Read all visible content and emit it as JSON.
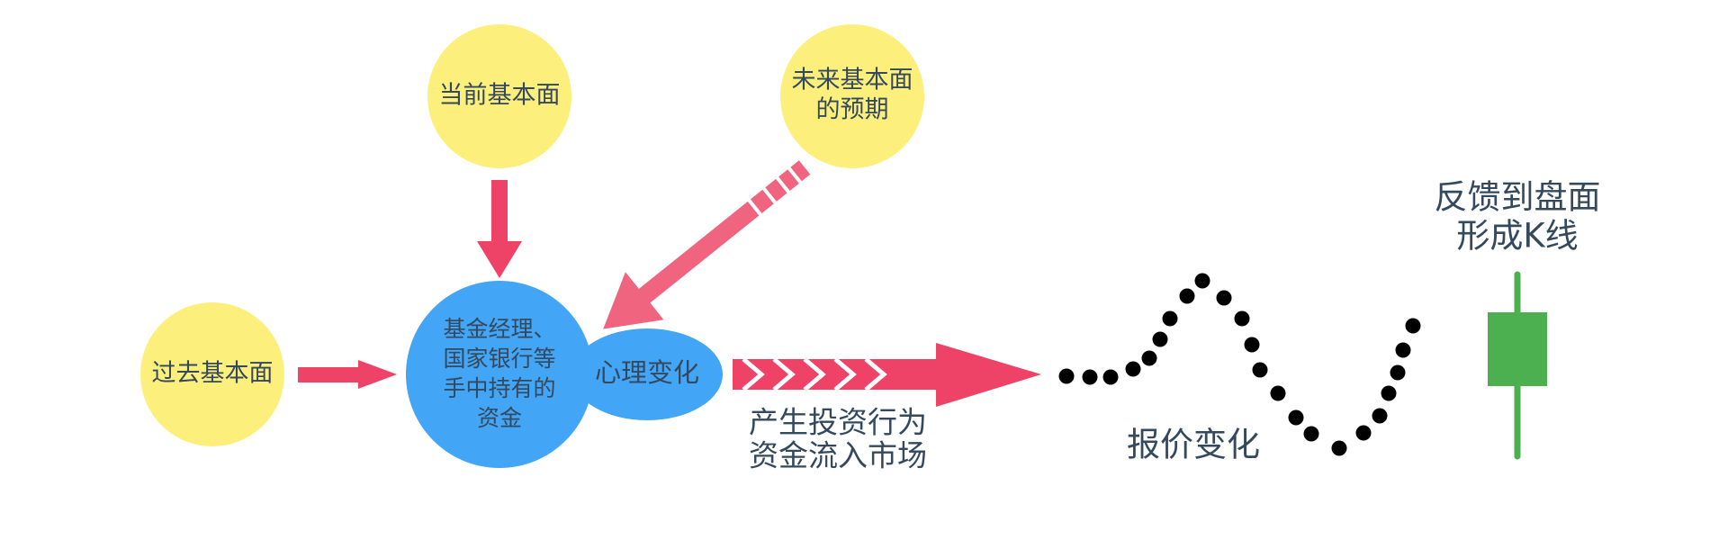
{
  "nodes": {
    "current_fundamentals": "当前基本面",
    "future_expectation": [
      "未来基本面",
      "的预期"
    ],
    "past_fundamentals": "过去基本面",
    "funds": [
      "基金经理、",
      "国家银行等",
      "手中持有的",
      "资金"
    ],
    "psychology": "心理变化"
  },
  "labels": {
    "investment": [
      "产生投资行为",
      "资金流入市场"
    ],
    "price_change": "报价变化",
    "feedback": [
      "反馈到盘面",
      "形成K线"
    ]
  },
  "colors": {
    "yellow": "#FDEF7B",
    "blue": "#42A5F5",
    "arrow": "#EE4266",
    "arrow_light": "#F0647F",
    "dot": "#000000",
    "candle": "#4CAF50",
    "text": "#34495E"
  }
}
